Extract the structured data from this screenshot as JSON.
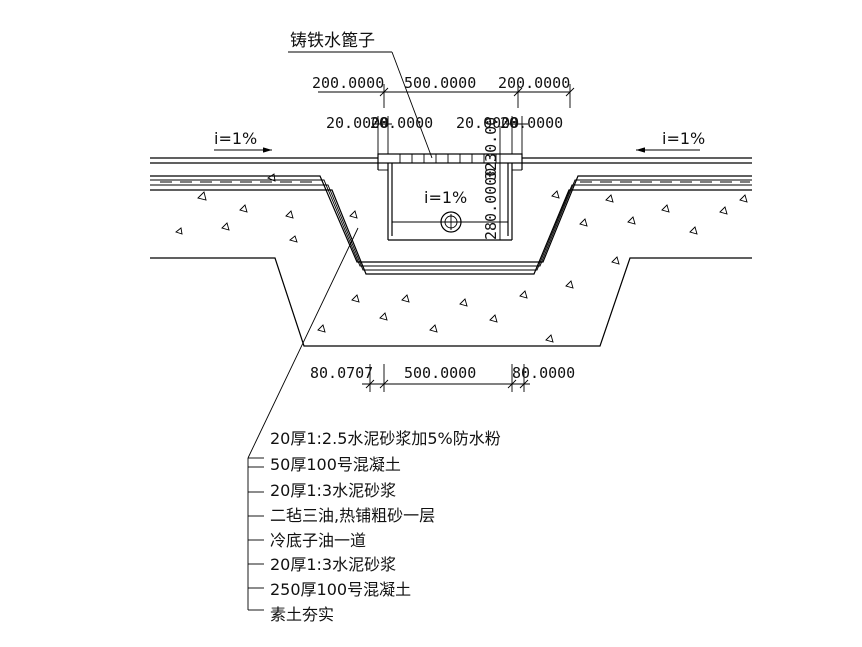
{
  "drawing": {
    "grate_label": "铸铁水篦子",
    "top_dims": {
      "left": "200.0000",
      "mid": "500.0000",
      "right": "200.0000"
    },
    "top_small_dims": {
      "left": "20.0000",
      "right": "20.0000"
    },
    "vertical_dims": {
      "upper": "3230.00",
      "lower": "280.0000"
    },
    "slopes": {
      "left": "i=1%",
      "right": "i=1%",
      "channel": "i=1%"
    },
    "bottom_dims": {
      "left": "80.0707",
      "mid": "500.0000",
      "right": "80.0000"
    },
    "layers": [
      "20厚1:2.5水泥砂浆加5%防水粉",
      "50厚100号混凝土",
      "20厚1:3水泥砂浆",
      "二毡三油,热铺粗砂一层",
      "冷底子油一道",
      "20厚1:3水泥砂浆",
      "250厚100号混凝土",
      "素土夯实"
    ]
  }
}
